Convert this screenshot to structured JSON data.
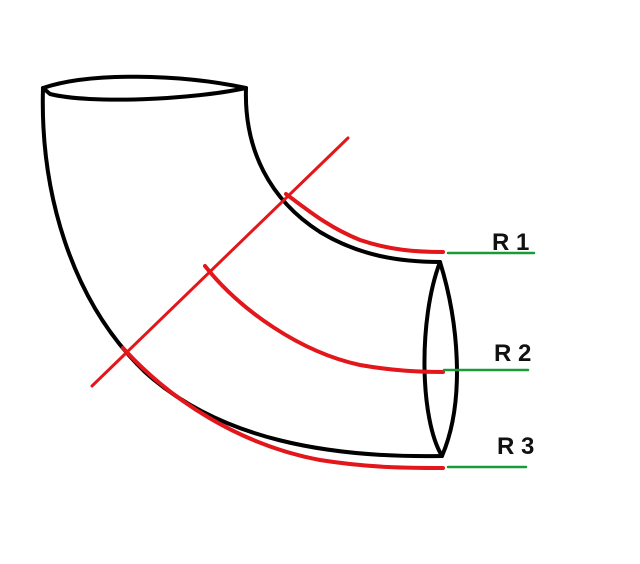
{
  "diagram": {
    "labels": {
      "r1": "R 1",
      "r2": "R 2",
      "r3": "R 3"
    },
    "colors": {
      "outline": "#000000",
      "radius_arc": "#e3161b",
      "radius_line": "#1a9a3a",
      "background": "#ffffff"
    }
  }
}
